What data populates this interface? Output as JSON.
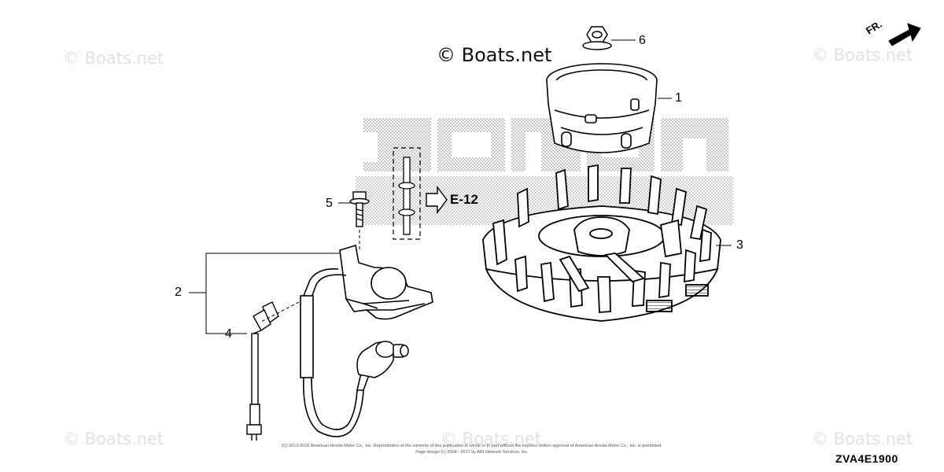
{
  "watermarks": {
    "main": "© Boats.net",
    "tiles": [
      "© Boats.net",
      "© Boats.net",
      "© Boats.net",
      "© Boats.net",
      "© Boats.net"
    ]
  },
  "callouts": [
    "1",
    "2",
    "3",
    "4",
    "5",
    "6"
  ],
  "reference": "E-12",
  "direction": "FR.",
  "diagram_code": "ZVA4E1900",
  "copyright_lines": [
    "(C) 2013-2015 American Honda Motor Co., Inc. Reproduction of the contents of this publication in whole or in part without the express written approval of American Honda Motor Co., Inc. is prohibited.",
    "Page design (c) 2004 - 2017 by ARI Network Services, Inc."
  ],
  "icons": [
    "honda-logo-icon",
    "direction-arrow-icon",
    "reference-arrow-icon"
  ],
  "colors": {
    "line": "#000000",
    "watermark": "#e2e2e2",
    "logo_dots": "#9a9a9a"
  }
}
